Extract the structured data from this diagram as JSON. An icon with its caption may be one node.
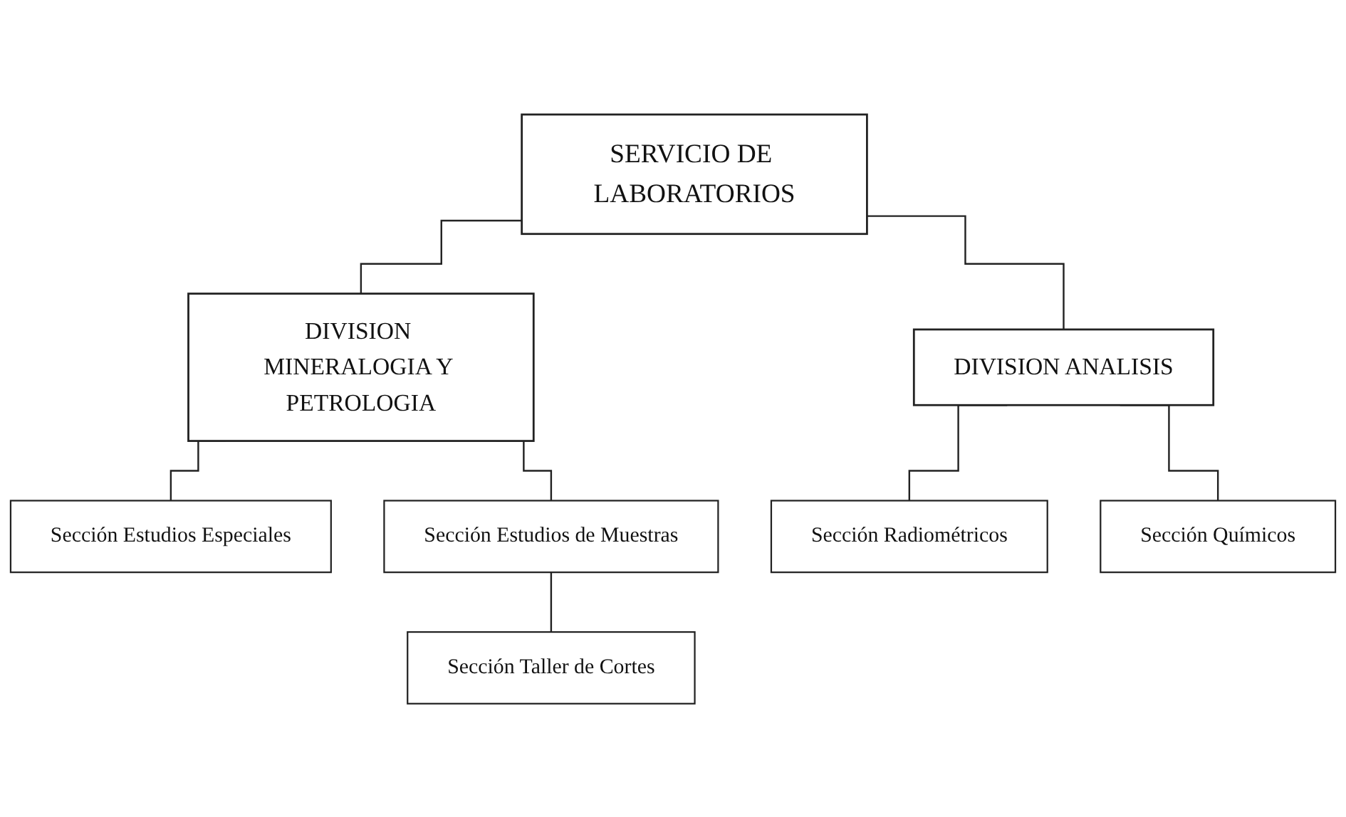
{
  "diagram": {
    "nodes": [
      {
        "text": [
          "SERVICIO DE LABORATORIOS"
        ]
      },
      {
        "text": [
          "DIVISION MINERALOGIA Y PETROLOGIA"
        ]
      },
      {
        "text": [
          "DIVISION ANALISIS"
        ]
      },
      {
        "text": [
          "Sección Estudios Especiales"
        ]
      },
      {
        "text": [
          "Sección Estudios de Muestras"
        ]
      },
      {
        "text": [
          "Sección Taller de Cortes"
        ]
      },
      {
        "text": [
          "Sección Radiométricos"
        ]
      },
      {
        "text": [
          "Sección Químicos"
        ]
      }
    ],
    "edges": [
      {
        "from": 0,
        "to": 1,
        "arrow": "none"
      },
      {
        "from": 0,
        "to": 2,
        "arrow": "none"
      },
      {
        "from": 1,
        "to": 3,
        "arrow": "none"
      },
      {
        "from": 1,
        "to": 4,
        "arrow": "none"
      },
      {
        "from": 4,
        "to": 5,
        "arrow": "none"
      },
      {
        "from": 2,
        "to": 6,
        "arrow": "none"
      },
      {
        "from": 2,
        "to": 7,
        "arrow": "none"
      }
    ]
  }
}
